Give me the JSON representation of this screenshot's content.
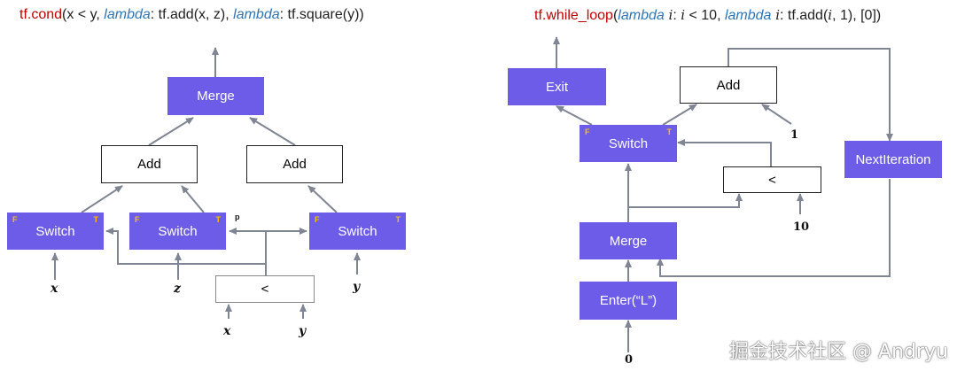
{
  "left": {
    "caption": {
      "fn": "tf.cond",
      "p1": "(x < y, ",
      "lambda1": "lambda",
      "p2": ": tf.add(x, z), ",
      "lambda2": "lambda",
      "p3": ": tf.square(y))"
    },
    "merge": "Merge",
    "add1": "Add",
    "add2": "Add",
    "switch1": "Switch",
    "switch2": "Switch",
    "switch3": "Switch",
    "less": "<",
    "f_flag": "F",
    "t_flag": "T",
    "p_label": "p",
    "var_x1": "x",
    "var_z": "z",
    "var_y1": "y",
    "var_x2": "x",
    "var_y2": "y"
  },
  "right": {
    "caption": {
      "fn": "tf.while_loop",
      "p1": "(",
      "lambda1": "lambda",
      "i1": " i",
      "p2": ": ",
      "i2": "i",
      "p3": " < 10, ",
      "lambda2": "lambda",
      "i3": " i",
      "p4": ": tf.add(",
      "i4": "i",
      "p5": ", 1), [0])"
    },
    "exit": "Exit",
    "add": "Add",
    "switch": "Switch",
    "next_iteration": "NextIteration",
    "less": "<",
    "merge": "Merge",
    "enter": "Enter(“L”)",
    "num_1": "1",
    "num_10": "10",
    "num_0": "0"
  },
  "watermark": "掘金技术社区 @ Andryu",
  "colors": {
    "node": "#6c5ce7",
    "arrow": "#7f8593",
    "fn_red": "#c00000",
    "lambda_blue": "#2e75b6",
    "flag": "#ffc000"
  }
}
